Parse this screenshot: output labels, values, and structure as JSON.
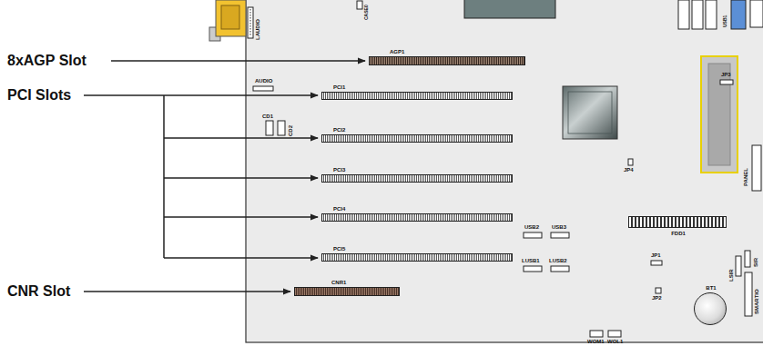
{
  "diagram": {
    "nodes": [
      {
        "text": [
          "AGP1"
        ]
      },
      {
        "text": [
          "PCI1"
        ]
      },
      {
        "text": [
          "PCI2"
        ]
      },
      {
        "text": [
          "PCI3"
        ]
      },
      {
        "text": [
          "PCI4"
        ]
      },
      {
        "text": [
          "PCI5"
        ]
      },
      {
        "text": [
          "CNR1"
        ]
      },
      {
        "text": [
          "FDD1"
        ]
      },
      {
        "text": [
          "BT1"
        ]
      }
    ],
    "labels": [
      "8xAGP Slot",
      "PCI Slots",
      "CNR Slot",
      "AUDIO",
      "CD1",
      "CD2",
      "JP3",
      "JP4",
      "USB2",
      "USB3",
      "LUSB1",
      "LUSB2",
      "JP1",
      "JP2",
      "WOM1",
      "WOL1",
      "PANEL",
      "LAUDIO",
      "CASE0",
      "USB1",
      "LSIR",
      "SIR",
      "SMARTIO"
    ]
  }
}
